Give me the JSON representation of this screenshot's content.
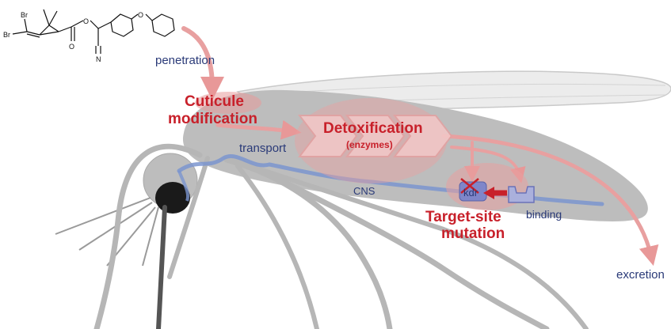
{
  "labels": {
    "penetration": "penetration",
    "cuticle_line1": "Cuticule",
    "cuticle_line2": "modification",
    "transport": "transport",
    "detox_title": "Detoxification",
    "detox_sub": "(enzymes)",
    "cns": "CNS",
    "kdr": "kdr",
    "binding": "binding",
    "target_line1": "Target-site",
    "target_line2": "mutation",
    "excretion": "excretion"
  },
  "molecule": {
    "atoms": [
      "Br",
      "Br",
      "O",
      "O",
      "O",
      "N"
    ]
  },
  "colors": {
    "mechanism_red": "#c8202a",
    "label_navy": "#2a3a78",
    "body_gray": "#bdbdbd",
    "nerve_blue": "#7b95cf",
    "arrow_pink": "#e8a0a0"
  }
}
